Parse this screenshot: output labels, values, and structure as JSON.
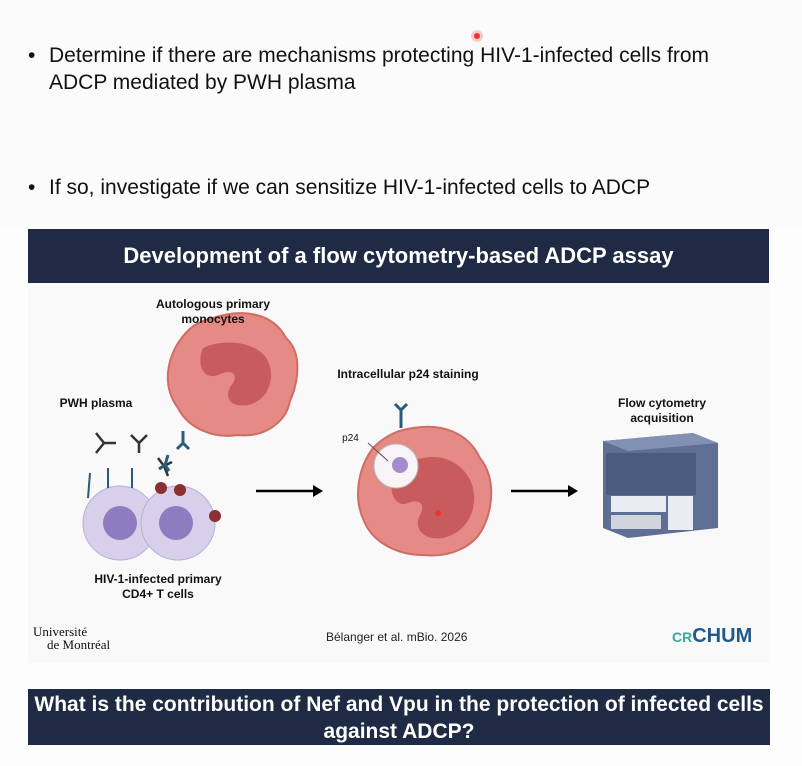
{
  "bullets": {
    "dot": "•",
    "first": "Determine if there are mechanisms protecting HIV-1-infected cells from ADCP mediated by PWH plasma",
    "second": "If so, investigate if we can sensitize HIV-1-infected cells to ADCP"
  },
  "figure": {
    "title": "Development of a flow cytometry-based ADCP assay",
    "labels": {
      "monocytes": "Autologous primary monocytes",
      "plasma": "PWH plasma",
      "tcells": "HIV-1-infected primary CD4+ T cells",
      "staining": "Intracellular p24 staining",
      "p24": "p24",
      "flow": "Flow cytometry acquisition"
    },
    "citation": "Bélanger et al. mBio. 2026",
    "logo_udem_line1": "Université",
    "logo_udem_line2": "de Montréal",
    "logo_cr": "CR",
    "logo_chum": "CHUM"
  },
  "question": "What is the contribution of Nef and Vpu in the protection of infected cells against ADCP?",
  "colors": {
    "banner": "#1f2a44",
    "monocyte": "#e58a84",
    "nucleus": "#c85c5c",
    "tcell": "#d8d0ea",
    "accent_teal": "#3aa79c",
    "accent_blue": "#1f5a8a"
  },
  "icons": [
    "laser-pointer-dot",
    "antibody-icon",
    "arrow-right-icon",
    "flow-cytometer-icon"
  ]
}
